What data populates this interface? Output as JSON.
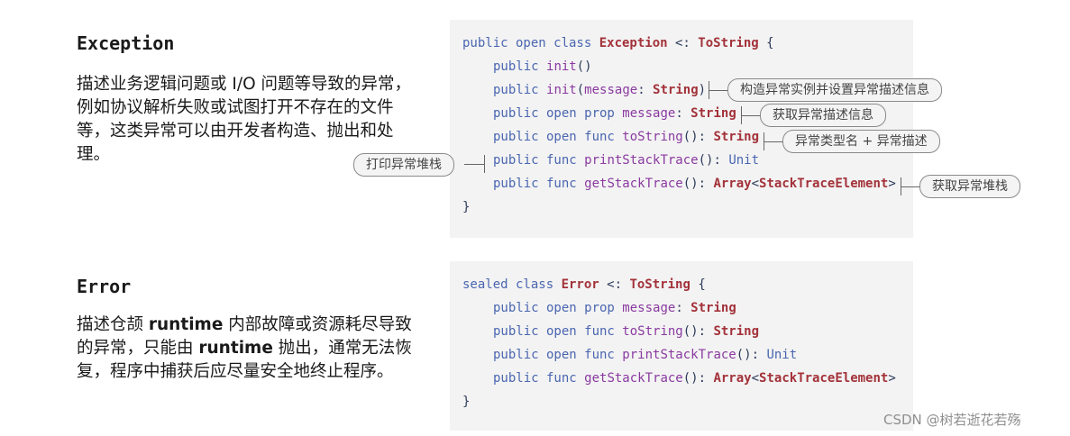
{
  "exception": {
    "heading": "Exception",
    "desc_text": "描述业务逻辑问题或 I/O 问题等导致的异常，例如协议解析失败或试图打开不存在的文件等，这类异常可以由开发者构造、抛出和处理。",
    "code": {
      "l1_kw": "public open class ",
      "l1_name": "Exception",
      "l1_op": " <: ",
      "l1_super": "ToString",
      "l1_brace": " {",
      "l2_kw": "public ",
      "l2_fn": "init",
      "l2_rest": "()",
      "l3_kw": "public ",
      "l3_fn": "init",
      "l3_a": "(",
      "l3_param": "message",
      "l3_b": ": ",
      "l3_type": "String",
      "l3_c": ")",
      "l4_kw": "public open prop ",
      "l4_fn": "message",
      "l4_a": ": ",
      "l4_type": "String",
      "l5_kw": "public open func ",
      "l5_fn": "toString",
      "l5_a": "(): ",
      "l5_type": "String",
      "l6_kw": "public func ",
      "l6_fn": "printStackTrace",
      "l6_a": "(): ",
      "l6_type": "Unit",
      "l7_kw": "public func ",
      "l7_fn": "getStackTrace",
      "l7_a": "(): ",
      "l7_type": "Array",
      "l7_lt": "<",
      "l7_type2": "StackTraceElement",
      "l7_gt": ">",
      "l8": "}"
    },
    "callouts": {
      "construct": "构造异常实例并设置异常描述信息",
      "get_message": "获取异常描述信息",
      "to_string": "异常类型名 + 异常描述",
      "print_trace": "打印异常堆栈",
      "get_trace": "获取异常堆栈"
    }
  },
  "error": {
    "heading": "Error",
    "desc_p1": "描述仓颉 ",
    "desc_b1": "runtime",
    "desc_p2": " 内部故障或资源耗尽导致的异常，只能由 ",
    "desc_b2": "runtime",
    "desc_p3": " 抛出，通常无法恢复，程序中捕获后应尽量安全地终止程序。",
    "code": {
      "l1_kw": "sealed class ",
      "l1_name": "Error",
      "l1_op": " <: ",
      "l1_super": "ToString",
      "l1_brace": " {",
      "l2_kw": "public open prop ",
      "l2_fn": "message",
      "l2_a": ": ",
      "l2_type": "String",
      "l3_kw": "public open func ",
      "l3_fn": "toString",
      "l3_a": "(): ",
      "l3_type": "String",
      "l4_kw": "public open func ",
      "l4_fn": "printStackTrace",
      "l4_a": "(): ",
      "l4_type": "Unit",
      "l5_kw": "public func ",
      "l5_fn": "getStackTrace",
      "l5_a": "(): ",
      "l5_type": "Array",
      "l5_lt": "<",
      "l5_type2": "StackTraceElement",
      "l5_gt": ">",
      "l6": "}"
    }
  },
  "watermark": "CSDN @树若逝花若殇"
}
